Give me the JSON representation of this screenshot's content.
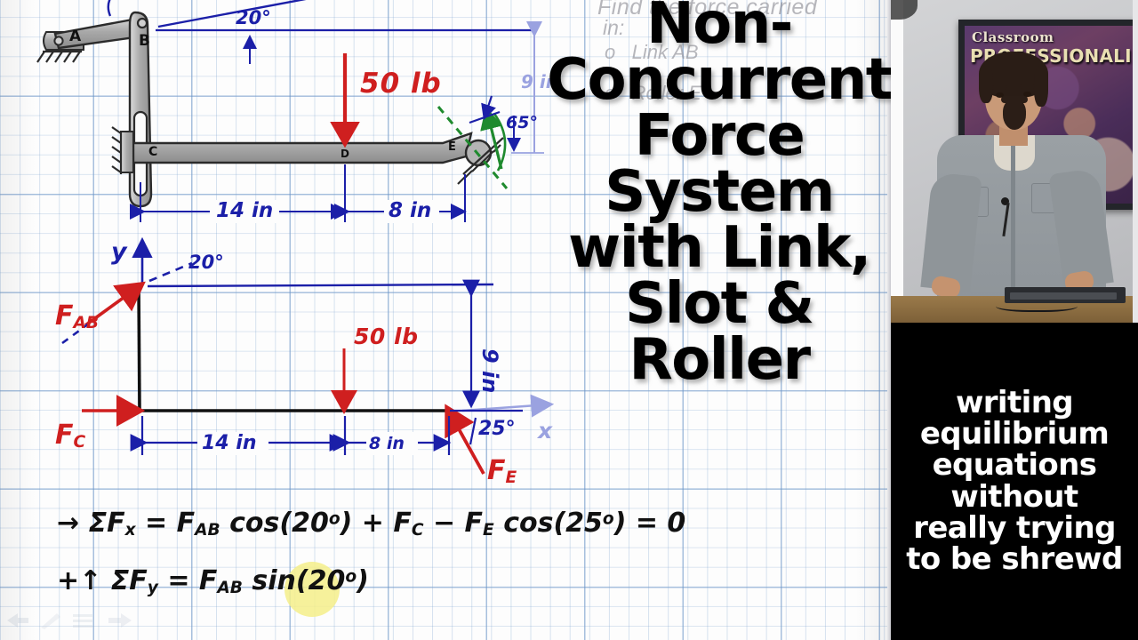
{
  "video": {
    "title_lines": [
      "Non-",
      "Concurrent",
      "Force",
      "System",
      "with Link,",
      "Slot &",
      "Roller"
    ],
    "caption_lines": [
      "writing",
      "equilibrium",
      "equations",
      "without",
      "really trying",
      "to be shrewd"
    ]
  },
  "webcam": {
    "poster_line1": "Classroom",
    "poster_line2": "PROFESSIONALISM"
  },
  "prompt": {
    "line1": "Find the force carried",
    "line2": "in:",
    "bullet1": "Link AB",
    "bullet2": "Roller E",
    "bullet_glyph": "o"
  },
  "diagram_top": {
    "name": "mechanism-sketch",
    "labels": {
      "joint_a": "A",
      "joint_b": "B",
      "joint_c": "C",
      "joint_d": "D",
      "joint_e": "E"
    },
    "annotations": {
      "angle_20": "20°",
      "angle_65": "65°",
      "load_50lb": "50 lb",
      "dim_14in": "14 in",
      "dim_8in": "8 in",
      "dim_9in": "9 in"
    }
  },
  "diagram_fbd": {
    "name": "free-body-diagram",
    "axis_y": "y",
    "axis_x": "x",
    "annotations": {
      "angle_20": "20°",
      "angle_25": "25°",
      "load_50lb": "50 lb",
      "dim_14in": "14 in",
      "dim_8in": "8 in",
      "dim_9in": "9 in"
    },
    "forces": {
      "f_ab": "F",
      "f_ab_sub": "AB",
      "f_c": "F",
      "f_c_sub": "C",
      "f_e": "F",
      "f_e_sub": "E"
    }
  },
  "equations": {
    "eq1": {
      "arrow": "→",
      "sigma": "Σ",
      "lhs": "F",
      "lhs_sub": "x",
      "rhs": "= F_AB cos(20°) + F_C − F_E cos(25°) = 0",
      "parts": [
        {
          "t": "= F",
          "sub": ""
        },
        {
          "t": "",
          "sub": "AB"
        },
        {
          "t": " cos(20°) + F",
          "sub": ""
        },
        {
          "t": "",
          "sub": "C"
        },
        {
          "t": " − F",
          "sub": ""
        },
        {
          "t": "",
          "sub": "E"
        },
        {
          "t": " cos(25°) = 0",
          "sub": ""
        }
      ]
    },
    "eq2": {
      "arrow": "+↑",
      "sigma": "Σ",
      "lhs": "F",
      "lhs_sub": "y",
      "rhs": "= F_AB sin(20°)"
    }
  },
  "toolbar": {
    "icons": [
      "back-arrow-icon",
      "pen-icon",
      "menu-icon",
      "forward-arrow-icon"
    ]
  },
  "colors": {
    "ink_blue": "#1b1fa8",
    "ink_red": "#cf1f1f",
    "ink_green": "#1f8a2e",
    "ink_black": "#111111",
    "grid_blue": "#7ba4cd",
    "highlight_yellow": "#f5ef8a"
  }
}
